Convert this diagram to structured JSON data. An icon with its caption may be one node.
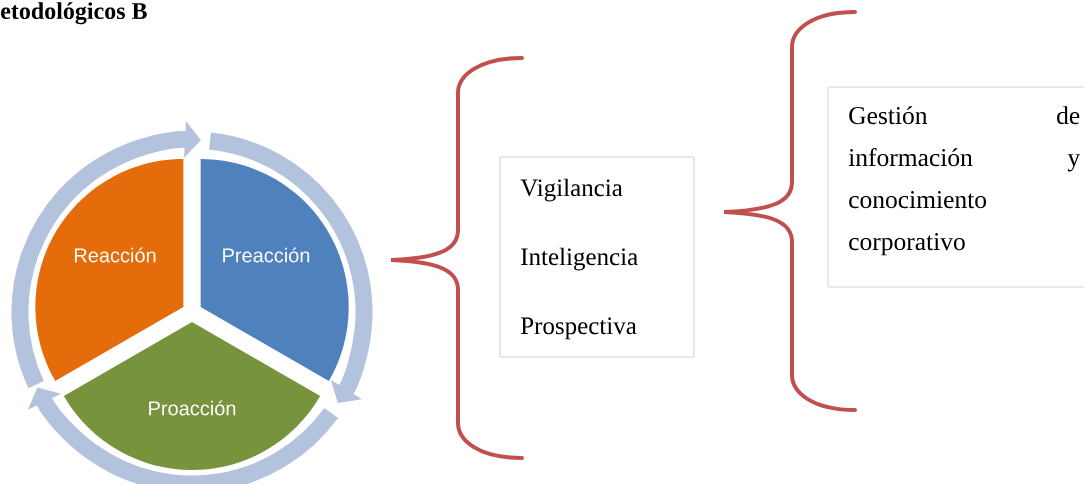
{
  "diagram": {
    "title": "etodológicos B",
    "nodes": [
      {
        "text": [
          "Reacción"
        ]
      },
      {
        "text": [
          "Preacción"
        ]
      },
      {
        "text": [
          "Proacción"
        ]
      },
      {
        "text": [
          "Vigilancia",
          "Inteligencia",
          "Prospectiva"
        ]
      },
      {
        "text": [
          "Gestión de información y conocimiento corporativo"
        ]
      }
    ]
  }
}
